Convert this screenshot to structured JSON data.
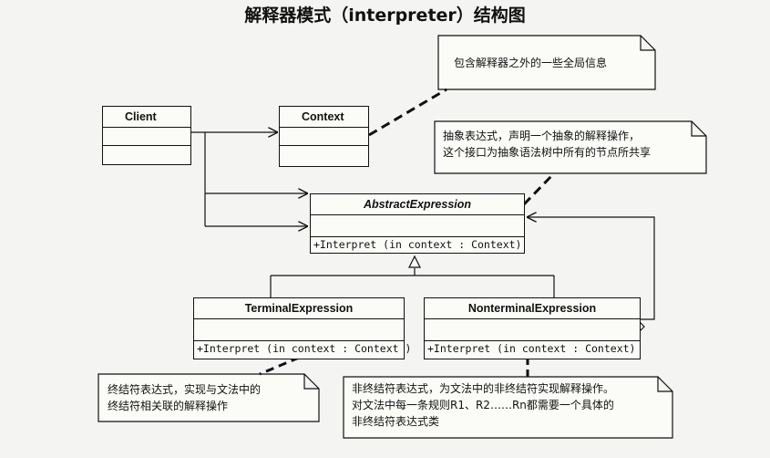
{
  "title": "解释器模式（interpreter）结构图",
  "classes": {
    "client": {
      "name": "Client"
    },
    "context": {
      "name": "Context"
    },
    "abstract_expression": {
      "name": "AbstractExpression",
      "operation": "+Interpret (in context  : Context)"
    },
    "terminal_expression": {
      "name": "TerminalExpression",
      "operation": "+Interpret (in context  : Context )"
    },
    "nonterminal_expression": {
      "name": "NonterminalExpression",
      "operation": "+Interpret (in context   :  Context)"
    }
  },
  "notes": {
    "context_note": "包含解释器之外的一些全局信息",
    "abstract_note_line1": "抽象表达式，声明一个抽象的解释操作，",
    "abstract_note_line2": "这个接口为抽象语法树中所有的节点所共享",
    "terminal_note_line1": "终结符表达式，实现与文法中的",
    "terminal_note_line2": "终结符相关联的解释操作",
    "nonterminal_note_line1": "非终结符表达式，为文法中的非终结符实现解释操作。",
    "nonterminal_note_line2": "对文法中每一条规则R1、R2……Rn都需要一个具体的",
    "nonterminal_note_line3": "非终结符表达式类"
  },
  "colors": {
    "ink": "#111111",
    "paper": "#f4f4f2"
  }
}
